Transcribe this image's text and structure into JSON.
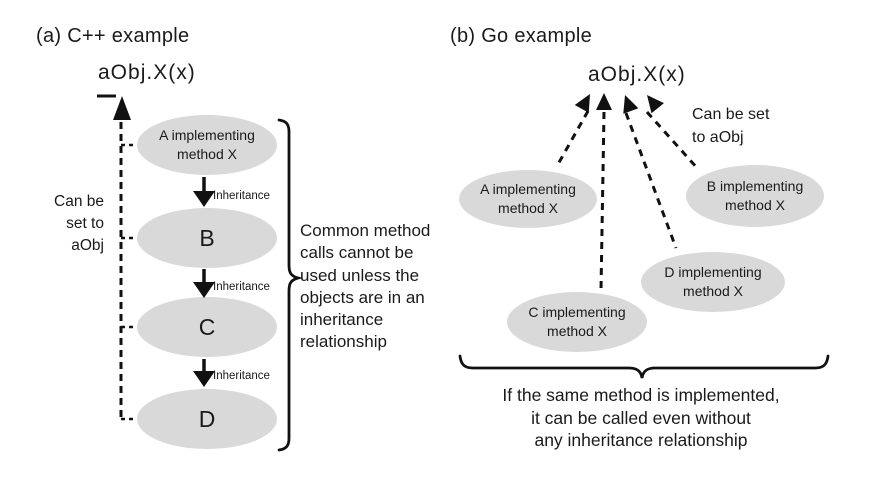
{
  "colors": {
    "ellipse_fill": "#d9d9d9",
    "line_color": "#111111",
    "text_color": "#1a1a1a"
  },
  "panel_a": {
    "title": "(a) C++ example",
    "call": "aObj.X(x)",
    "side_note_lines": [
      "Can be",
      "set to",
      "aObj"
    ],
    "node_a_lines": [
      "A implementing",
      "method X"
    ],
    "node_b": "B",
    "node_c": "C",
    "node_d": "D",
    "edge_label": "Inheritance",
    "annotation_lines": [
      "Common method",
      "calls cannot be",
      "used unless the",
      "objects are in an",
      "inheritance",
      "relationship"
    ]
  },
  "panel_b": {
    "title": "(b) Go example",
    "call": "aObj.X(x)",
    "side_note_lines": [
      "Can be set",
      "to aObj"
    ],
    "node_a_lines": [
      "A implementing",
      "method X"
    ],
    "node_b_lines": [
      "B implementing",
      "method X"
    ],
    "node_c_lines": [
      "C implementing",
      "method X"
    ],
    "node_d_lines": [
      "D implementing",
      "method X"
    ],
    "annotation_lines": [
      "If the same method is implemented,",
      "it can be called even without",
      "any inheritance relationship"
    ]
  }
}
